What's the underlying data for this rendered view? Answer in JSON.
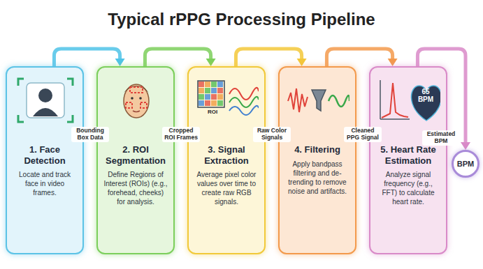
{
  "diagram": {
    "title": "Typical rPPG Processing Pipeline",
    "nodes": [
      {
        "text": [
          "1. Face Detection",
          "Locate and track face in video frames."
        ]
      },
      {
        "text": [
          "2. ROI Segmentation",
          "Define Regions of Interest (ROIs) (e.g., forehead, cheeks) for analysis."
        ]
      },
      {
        "text": [
          "3. Signal Extraction",
          "Average pixel color values over time to create raw RGB signals."
        ]
      },
      {
        "text": [
          "4. Filtering",
          "Apply bandpass filtering and de-trending to remove noise and artifacts."
        ]
      },
      {
        "text": [
          "5. Heart Rate Estimation",
          "Analyze signal frequency (e.g., FFT) to calculate heart rate."
        ]
      },
      {
        "text": [
          "BPM"
        ]
      }
    ],
    "edges": [
      {
        "from": 0,
        "to": 1,
        "arrow": "to",
        "label": "Bounding Box Data"
      },
      {
        "from": 1,
        "to": 2,
        "arrow": "to",
        "label": "Cropped ROI Frames"
      },
      {
        "from": 2,
        "to": 3,
        "arrow": "to",
        "label": "Raw Color Signals"
      },
      {
        "from": 3,
        "to": 4,
        "arrow": "to",
        "label": "Cleaned PPG Signal"
      },
      {
        "from": 4,
        "to": 5,
        "arrow": "to",
        "label": "Estimated BPM"
      }
    ],
    "labels": [
      "ROI",
      "65 BPM"
    ]
  }
}
